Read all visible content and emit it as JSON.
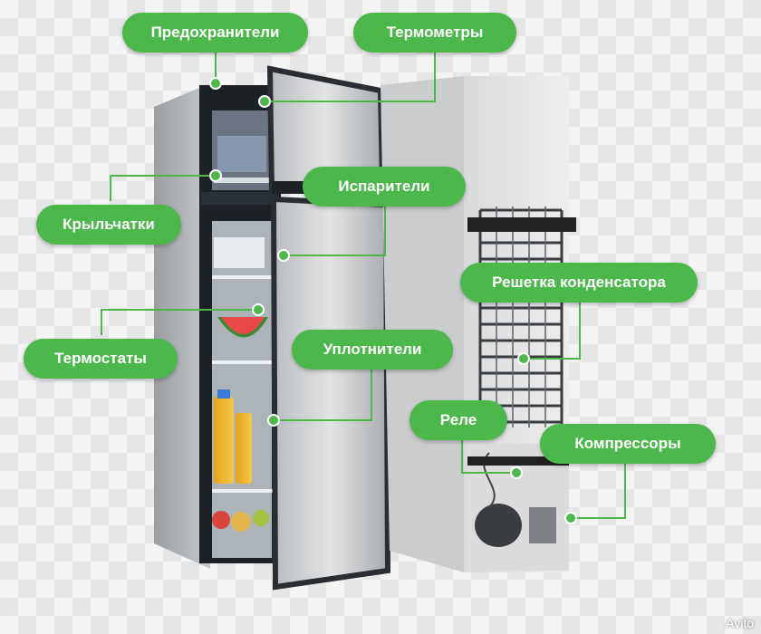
{
  "labels": {
    "fuses": "Предохранители",
    "thermometers": "Термометры",
    "evaporators": "Испарители",
    "impellers": "Крыльчатки",
    "condenser": "Решетка конденсатора",
    "thermostats": "Термостаты",
    "seals": "Уплотнители",
    "relay": "Реле",
    "compressors": "Компрессоры"
  },
  "watermark": "Avito",
  "colors": {
    "accent": "#4cb84c",
    "background": "#f4f4f4",
    "fridge_body": "#c8cacc",
    "fridge_door": "#d6d8d9",
    "interior": "#1c2126"
  }
}
